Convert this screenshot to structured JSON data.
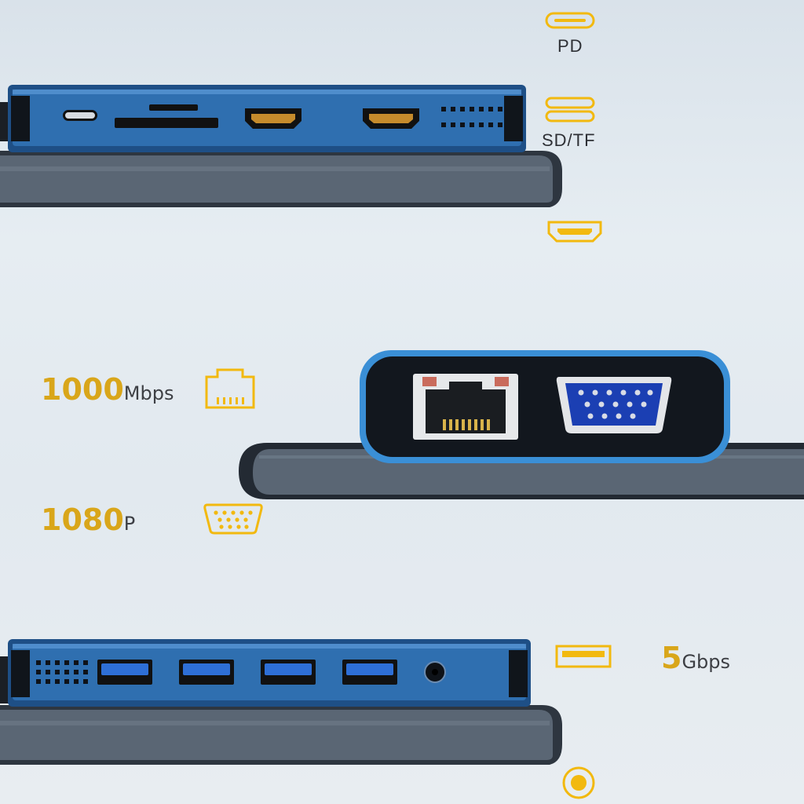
{
  "colors": {
    "accent_gold": "#f2b90f",
    "hub_blue": "#2f6fb0",
    "hub_blue_dark": "#1e4f86",
    "laptop_gray": "#4a5563",
    "background": "#e2e9ef"
  },
  "legend_top": {
    "pd_label": "PD",
    "sdtf_label": "SD/TF",
    "icons": [
      "usb-c-icon",
      "sd-card-icon",
      "hdmi-icon"
    ]
  },
  "legend_middle": {
    "ethernet_speed_number": "1000",
    "ethernet_speed_unit": "Mbps",
    "vga_resolution_number": "1080",
    "vga_resolution_unit": "P",
    "icons": [
      "ethernet-icon",
      "vga-icon"
    ]
  },
  "legend_bottom": {
    "usb_speed_number": "5",
    "usb_speed_unit": "Gbps",
    "icons": [
      "usb-a-icon",
      "audio-jack-icon"
    ]
  }
}
